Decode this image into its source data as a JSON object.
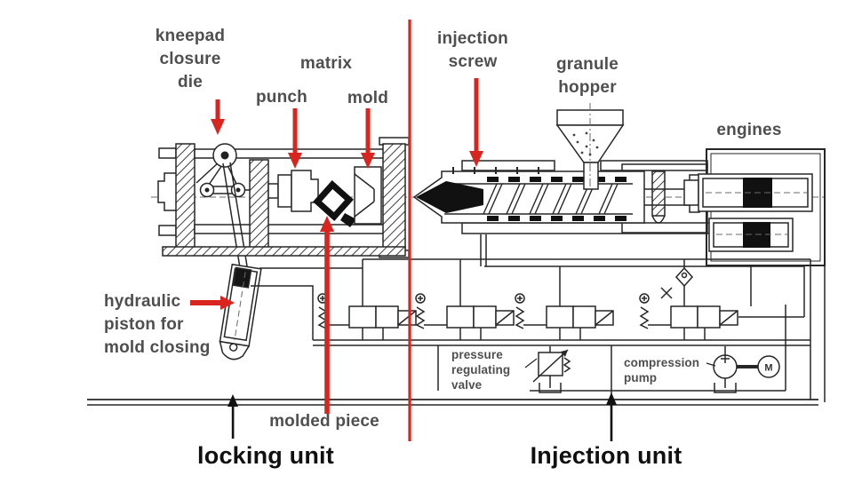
{
  "colors": {
    "background": "#ffffff",
    "arrow_red": "#d8251f",
    "label_gray": "#4f4f4f",
    "title_black": "#101010",
    "line_black": "#262626"
  },
  "labels": {
    "kneepad": "kneepad\nclosure\ndie",
    "matrix": "matrix",
    "punch": "punch",
    "mold": "mold",
    "injection_screw": "injection\nscrew",
    "granule_hopper": "granule\nhopper",
    "engines": "engines",
    "hydraulic_piston": "hydraulic\npiston for\nmold closing",
    "pressure_valve": "pressure\nregulating\nvalve",
    "compression_pump": "compression\npump",
    "molded_piece": "molded piece"
  },
  "sections": {
    "locking_unit": "locking unit",
    "injection_unit": "Injection unit"
  },
  "motor_label": "M"
}
